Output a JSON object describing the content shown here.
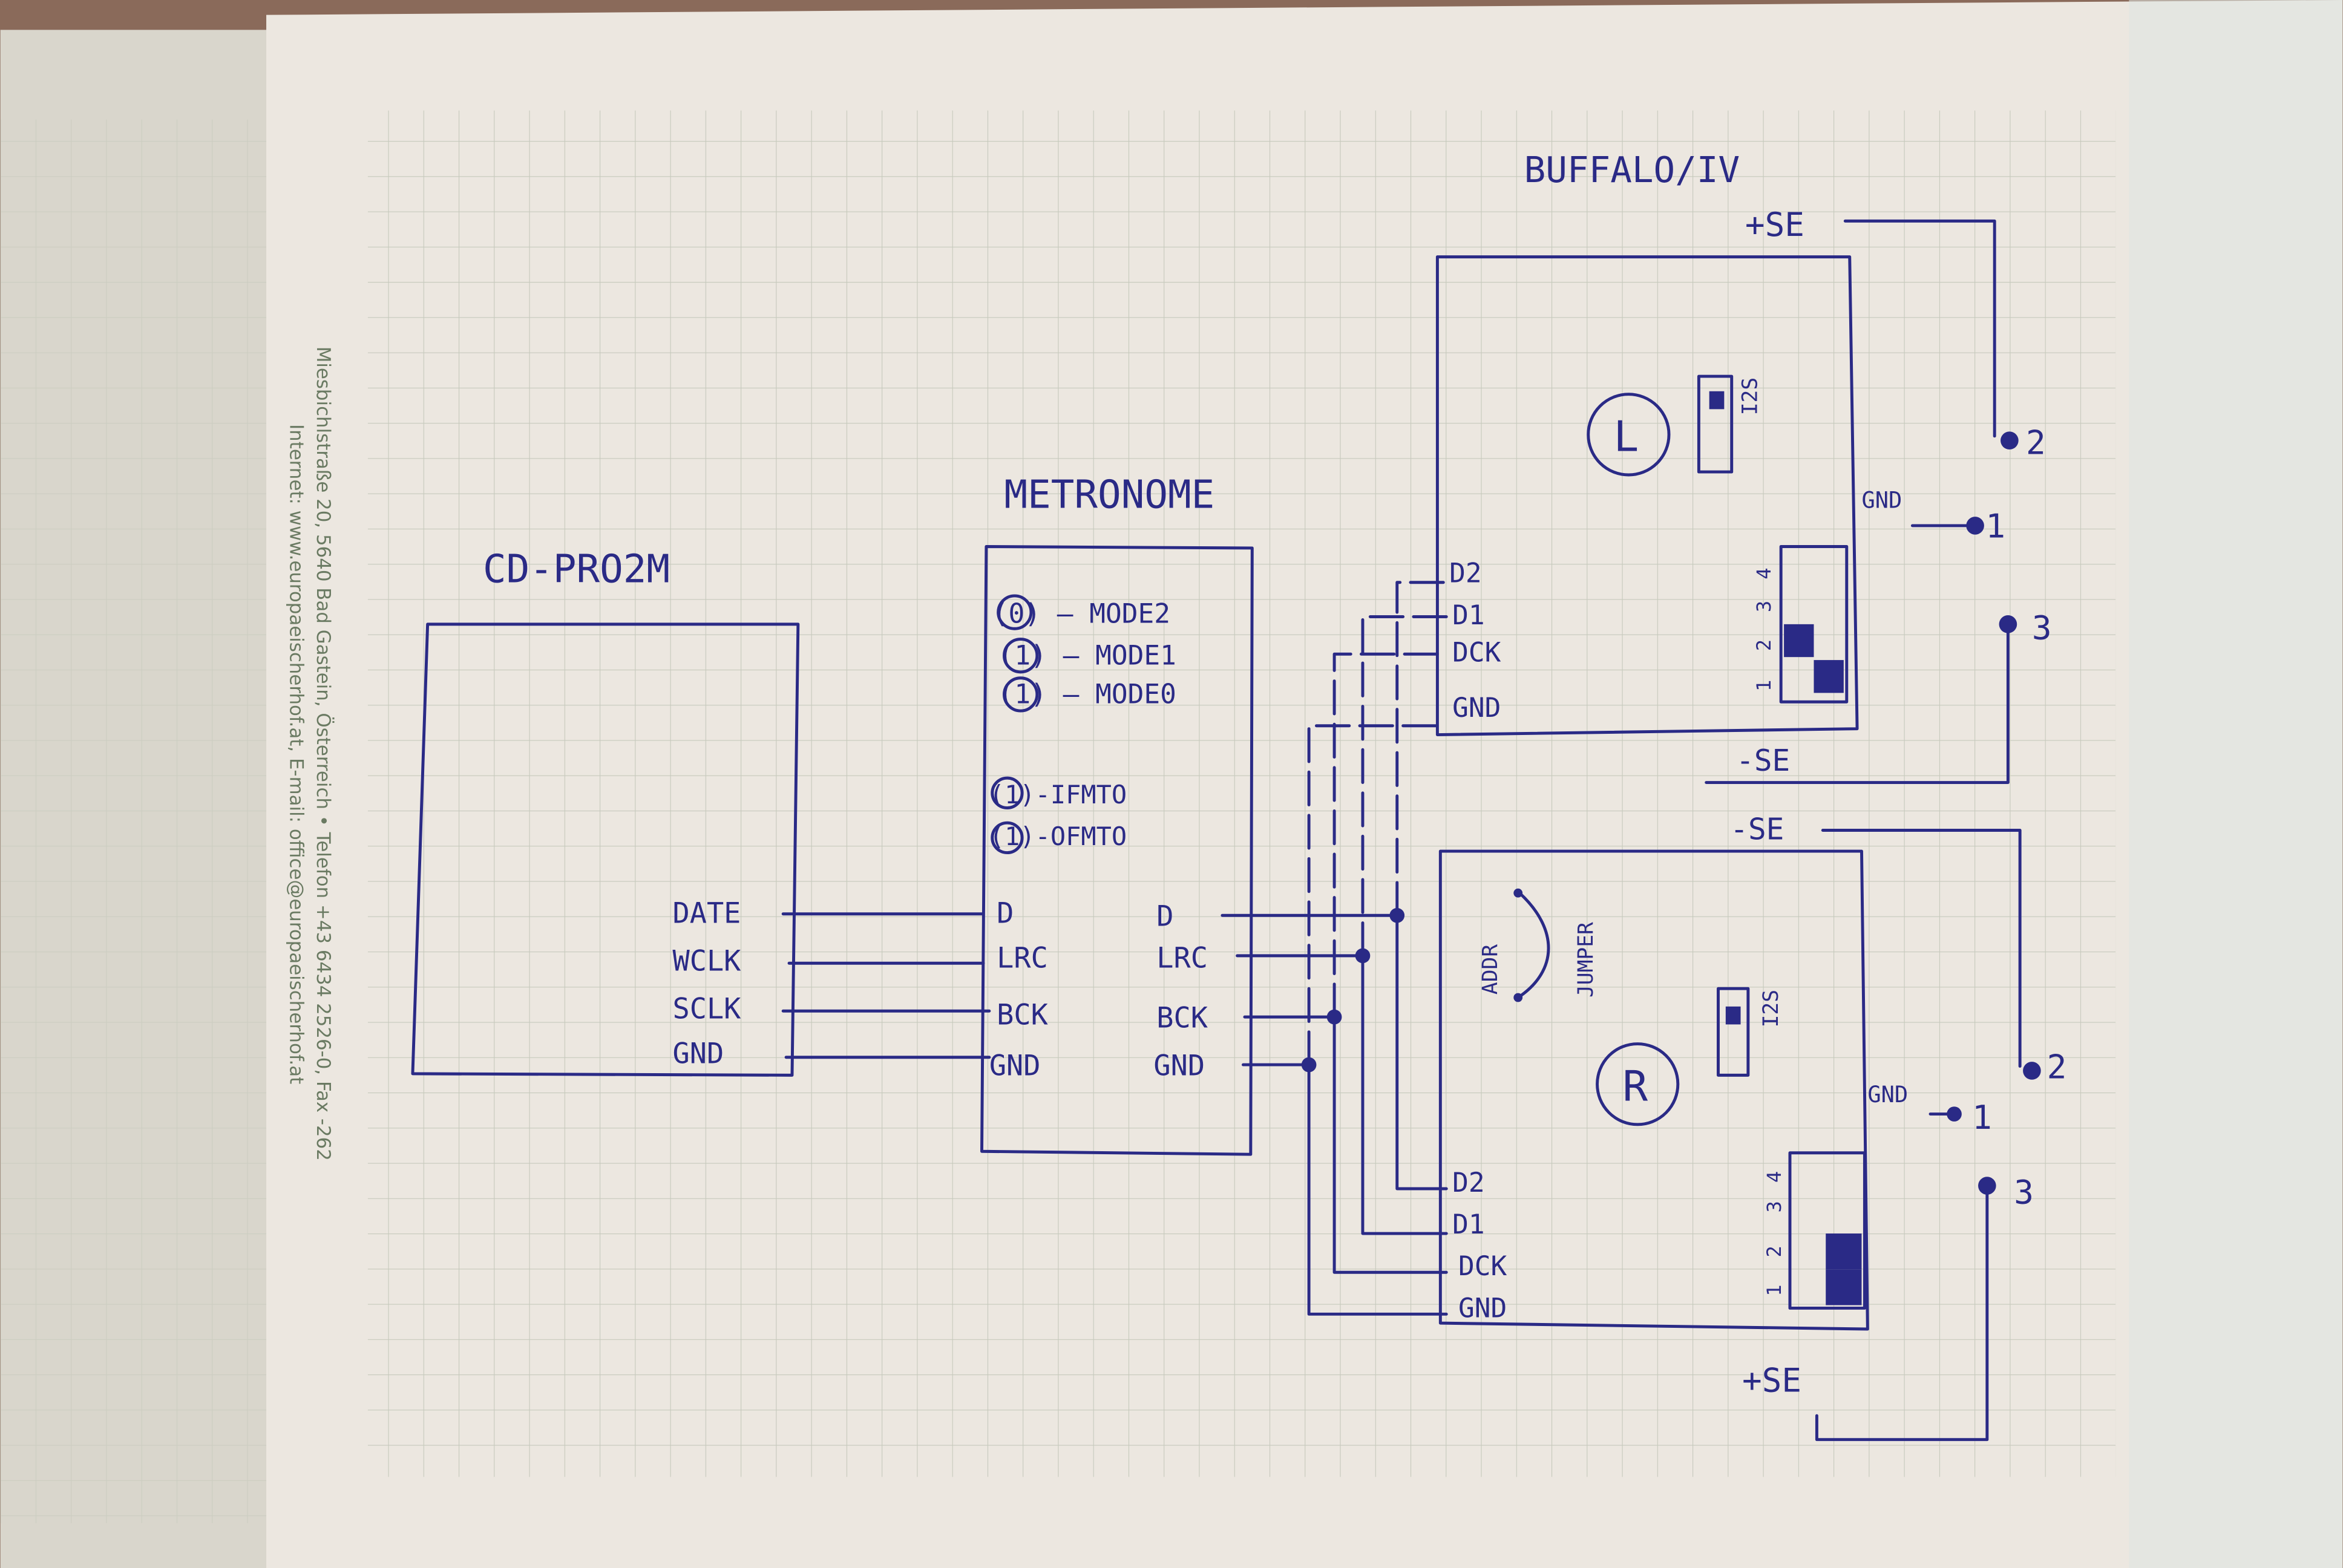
{
  "colors": {
    "background": "#8a6a5a",
    "paper_back": "#d9cfc4",
    "paper_front": "#ece6df",
    "grid": "#c6c9bc",
    "ink": "#2a2a86",
    "print": "#6a7a62"
  },
  "letterhead": {
    "line1": "Miesbichlstraße 20, 5640 Bad Gastein, Österreich  •  Telefon +43 6434 2526-0, Fax -262",
    "line2": "Internet: www.europaeischerhof.at, E-mail: office@europaeischerhof.at"
  },
  "diagram": {
    "cd_pro2m": {
      "title": "CD-PRO2M",
      "pins": [
        "DATE",
        "WCLK",
        "SCLK",
        "GND"
      ]
    },
    "metronome": {
      "title": "METRONOME",
      "settings": [
        "(0) – MODE2",
        "(1) – MODE1",
        "(1) – MODE0",
        "(1)-IFMTO",
        "(1)-OFMTO"
      ],
      "in_pins": [
        "D",
        "LRC",
        "BCK",
        "GND"
      ],
      "out_pins": [
        "D",
        "LRC",
        "BCK",
        "GND"
      ]
    },
    "buffalo_title": "BUFFALO/IV",
    "board_l": {
      "label": "L",
      "pins": [
        "D2",
        "D1",
        "DCK",
        "GND"
      ],
      "i2s": "I2S",
      "dip_numbers": [
        "1",
        "2",
        "3",
        "4"
      ],
      "supply_top": "+SE",
      "supply_bottom": "-SE",
      "gnd": "GND",
      "terminals": [
        "2",
        "1",
        "3"
      ]
    },
    "board_r": {
      "label": "R",
      "pins": [
        "D2",
        "D1",
        "DCK",
        "GND"
      ],
      "i2s": "I2S",
      "addr": "ADDR",
      "jumper": "JUMPER",
      "dip_numbers": [
        "1",
        "2",
        "3",
        "4"
      ],
      "supply_top": "-SE",
      "supply_bottom": "+SE",
      "gnd": "GND",
      "terminals": [
        "2",
        "1",
        "3"
      ]
    }
  }
}
